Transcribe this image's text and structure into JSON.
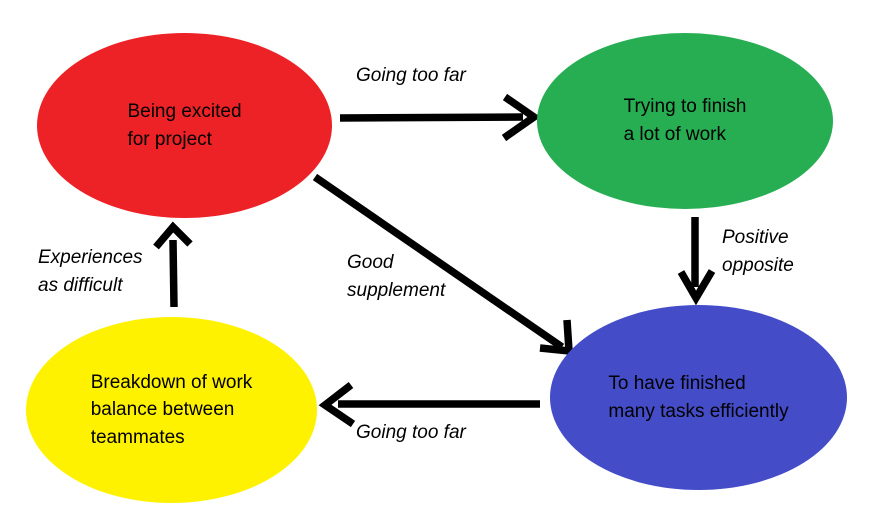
{
  "canvas": {
    "background": "#ffffff"
  },
  "text_color": "#000000",
  "arrow_color": "#000000",
  "nodes": [
    {
      "id": "excited",
      "label": "Being excited\nfor project",
      "color": "#ec2227",
      "position": "top-left"
    },
    {
      "id": "trying",
      "label": "Trying to finish\na lot of work",
      "color": "#27ae53",
      "position": "top-right"
    },
    {
      "id": "finished",
      "label": "To have finished\nmany tasks efficiently",
      "color": "#444cc8",
      "position": "bottom-right"
    },
    {
      "id": "breakdown",
      "label": "Breakdown of work\nbalance between\nteammates",
      "color": "#fff200",
      "position": "bottom-left"
    }
  ],
  "edges": [
    {
      "from": "excited",
      "to": "trying",
      "label": "Going too far",
      "direction": "right"
    },
    {
      "from": "trying",
      "to": "finished",
      "label": "Positive\nopposite",
      "direction": "down"
    },
    {
      "from": "excited",
      "to": "finished",
      "label": "Good\nsupplement",
      "direction": "diagonal-down-right"
    },
    {
      "from": "finished",
      "to": "breakdown",
      "label": "Going too far",
      "direction": "left"
    },
    {
      "from": "breakdown",
      "to": "excited",
      "label": "Experiences\nas difficult",
      "direction": "up"
    }
  ]
}
